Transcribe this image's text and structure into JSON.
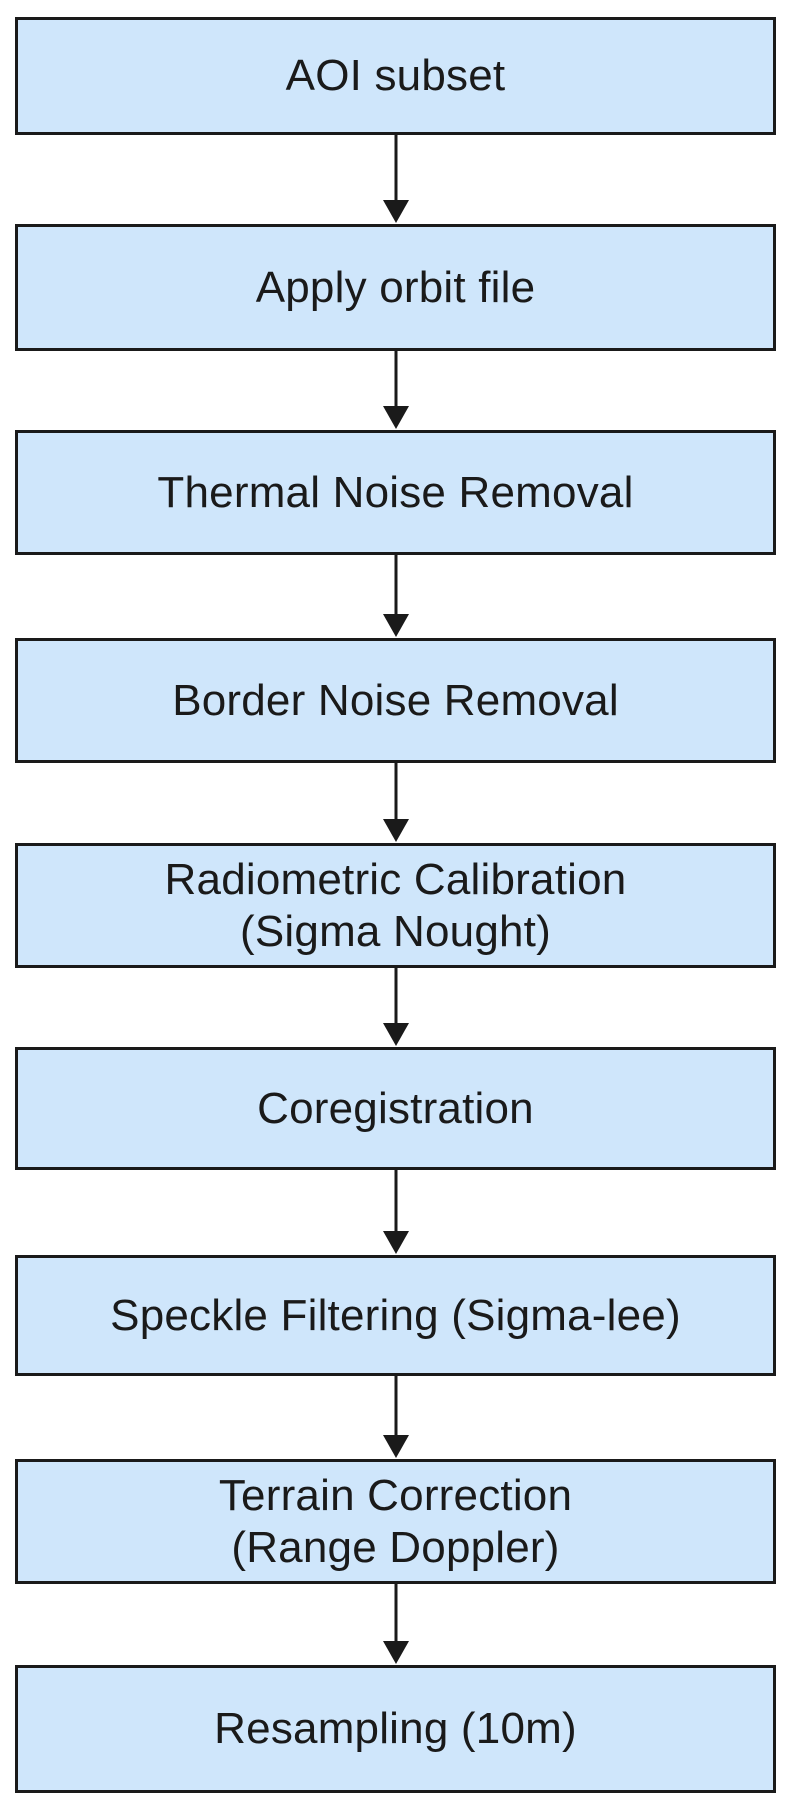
{
  "diagram": {
    "box_fill": "#cfe6fb",
    "stroke": "#1a1a1a",
    "steps": [
      {
        "label": "AOI subset"
      },
      {
        "label": "Apply orbit file"
      },
      {
        "label": "Thermal Noise Removal"
      },
      {
        "label": "Border Noise Removal"
      },
      {
        "label": "Radiometric Calibration\n(Sigma Nought)"
      },
      {
        "label": "Coregistration"
      },
      {
        "label": "Speckle Filtering (Sigma-lee)"
      },
      {
        "label": "Terrain Correction\n(Range Doppler)"
      },
      {
        "label": "Resampling (10m)"
      }
    ]
  }
}
